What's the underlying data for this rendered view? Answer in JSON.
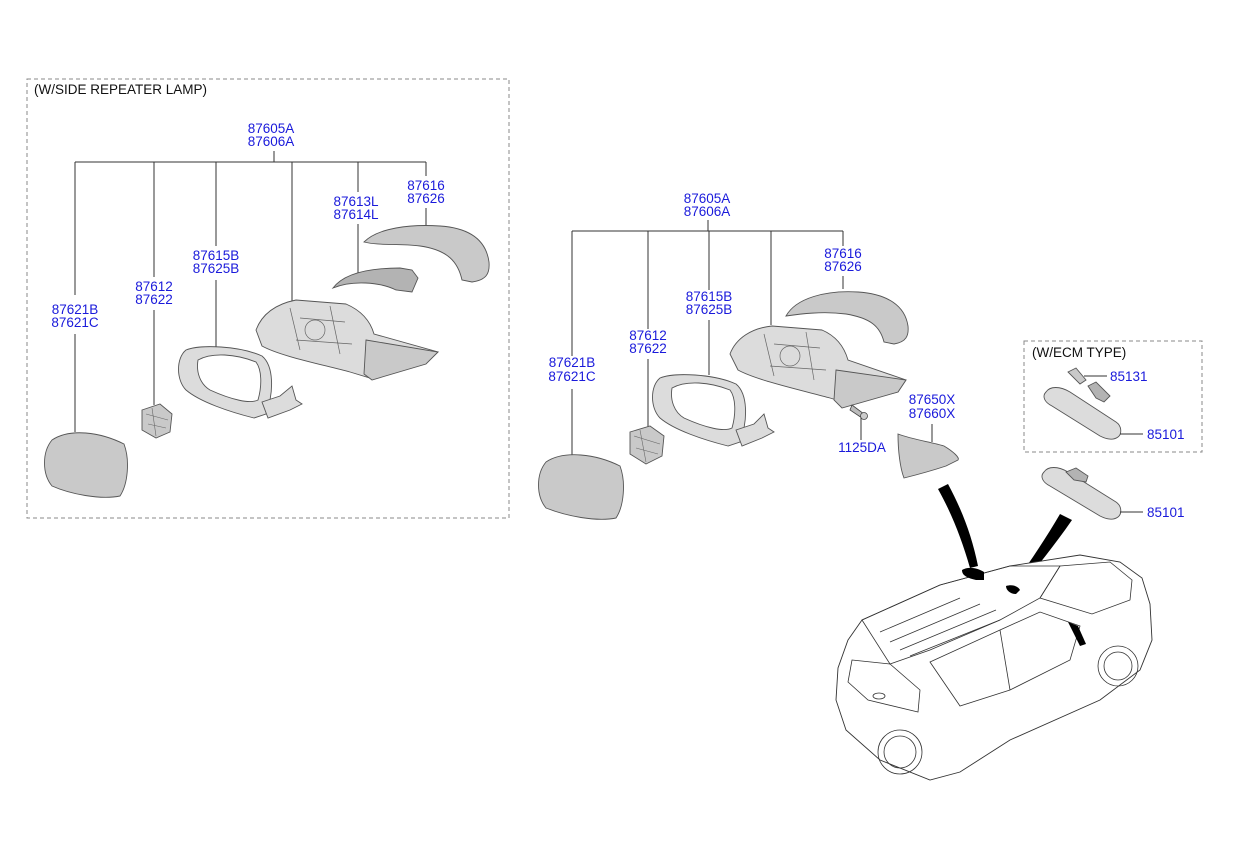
{
  "diagram": {
    "left_group": {
      "caption": "(W/SIDE REPEATER LAMP)",
      "parts": {
        "assembly": [
          "87605A",
          "87606A"
        ],
        "cover": [
          "87616",
          "87626"
        ],
        "repeater_lamp": [
          "87613L",
          "87614L"
        ],
        "holder": [
          "87615B",
          "87625B"
        ],
        "actuator": [
          "87612",
          "87622"
        ],
        "glass": [
          "87621B",
          "87621C"
        ]
      }
    },
    "center_group": {
      "parts": {
        "assembly": [
          "87605A",
          "87606A"
        ],
        "cover": [
          "87616",
          "87626"
        ],
        "holder": [
          "87615B",
          "87625B"
        ],
        "actuator": [
          "87612",
          "87622"
        ],
        "glass": [
          "87621B",
          "87621C"
        ],
        "screw": "1125DA",
        "garnish": [
          "87650X",
          "87660X"
        ]
      }
    },
    "ecm_group": {
      "caption": "(W/ECM TYPE)",
      "parts": {
        "cover": "85131",
        "inside_mirror": "85101"
      }
    },
    "inside_mirror": "85101"
  }
}
